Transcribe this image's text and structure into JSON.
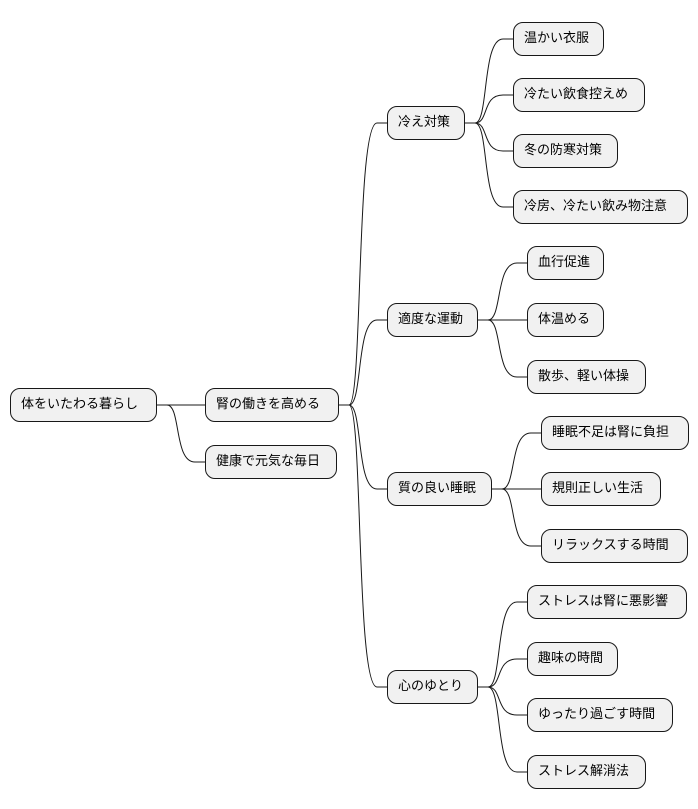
{
  "colors": {
    "node_fill": "#f1f1f1",
    "node_border": "#181818",
    "edge": "#181818"
  },
  "mindmap": {
    "root": "体をいたわる暮らし",
    "branches": [
      {
        "label": "腎の働きを高める",
        "children": [
          {
            "label": "冷え対策",
            "children": [
              "温かい衣服",
              "冷たい飲食控えめ",
              "冬の防寒対策",
              "冷房、冷たい飲み物注意"
            ]
          },
          {
            "label": "適度な運動",
            "children": [
              "血行促進",
              "体温める",
              "散歩、軽い体操"
            ]
          },
          {
            "label": "質の良い睡眠",
            "children": [
              "睡眠不足は腎に負担",
              "規則正しい生活",
              "リラックスする時間"
            ]
          },
          {
            "label": "心のゆとり",
            "children": [
              "ストレスは腎に悪影響",
              "趣味の時間",
              "ゆったり過ごす時間",
              "ストレス解消法"
            ]
          }
        ]
      },
      {
        "label": "健康で元気な毎日",
        "children": []
      }
    ]
  }
}
